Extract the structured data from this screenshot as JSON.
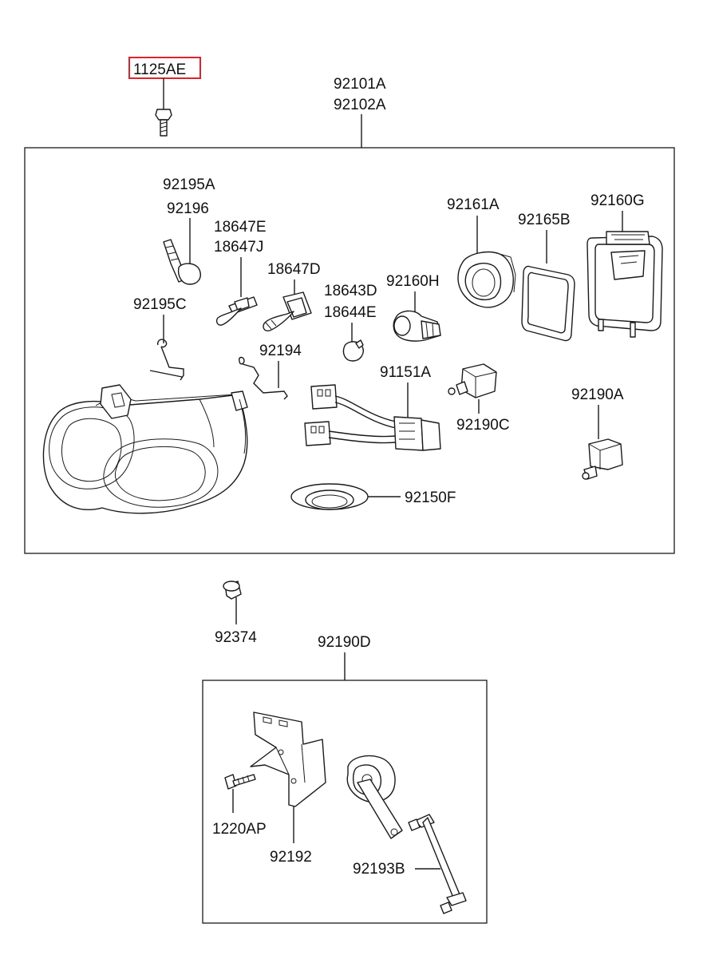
{
  "diagram": {
    "highlight_color": "#e0222a",
    "labels": {
      "p1125AE": "1125AE",
      "p92101A": "92101A",
      "p92102A": "92102A",
      "p92195A": "92195A",
      "p92196": "92196",
      "p18647E": "18647E",
      "p18647J": "18647J",
      "p18647D": "18647D",
      "p18643D": "18643D",
      "p18644E": "18644E",
      "p92160H": "92160H",
      "p92161A": "92161A",
      "p92165B": "92165B",
      "p92160G": "92160G",
      "p92195C": "92195C",
      "p92194": "92194",
      "p91151A": "91151A",
      "p92190A": "92190A",
      "p92190C": "92190C",
      "p92150F": "92150F",
      "p92374": "92374",
      "p92190D": "92190D",
      "p1220AP": "1220AP",
      "p92192": "92192",
      "p92193B": "92193B"
    }
  }
}
